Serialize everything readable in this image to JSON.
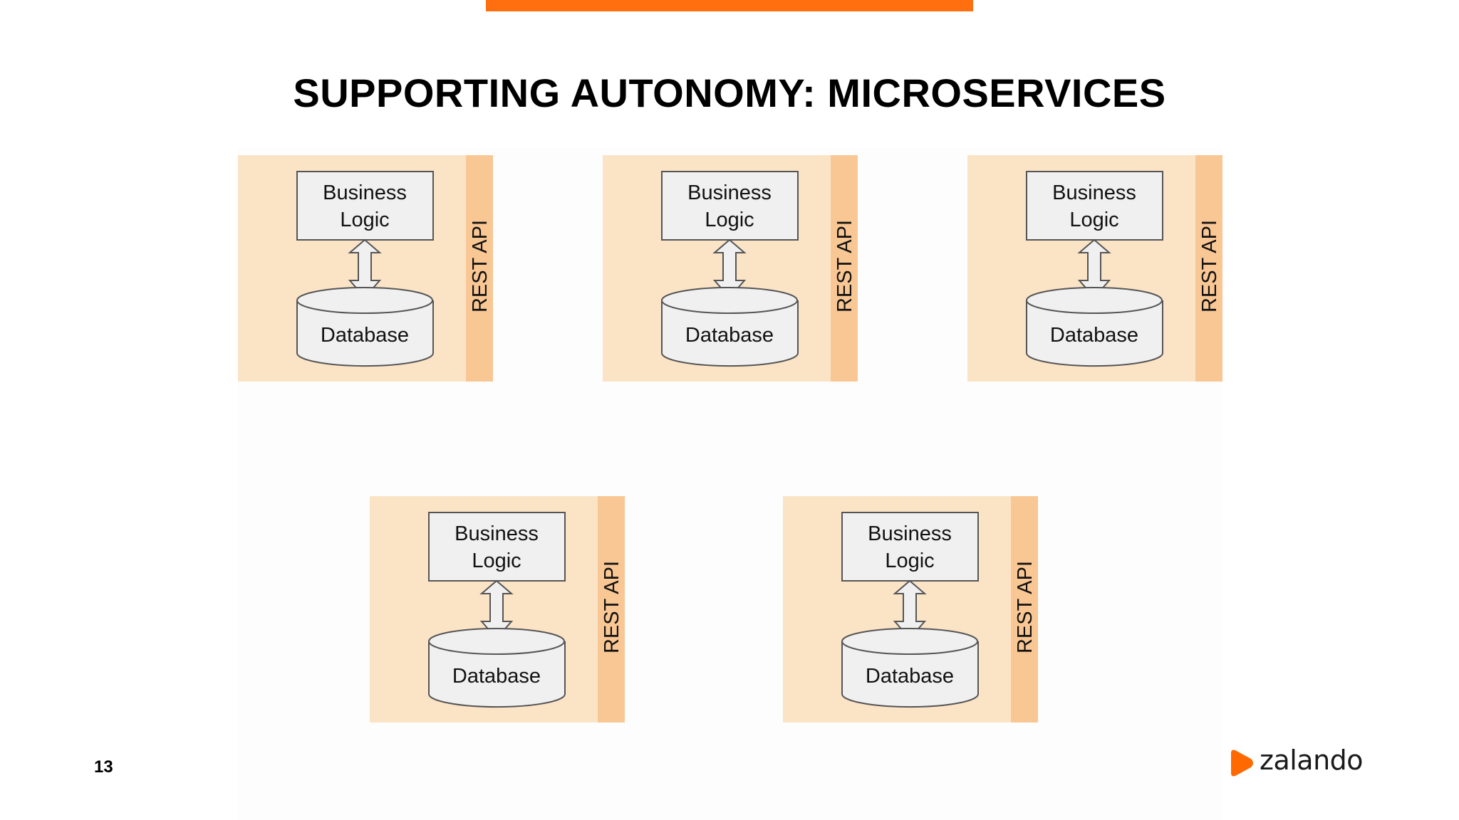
{
  "slide": {
    "title": "SUPPORTING AUTONOMY: MICROSERVICES",
    "page_number": "13",
    "accent_color": "#ff6900"
  },
  "services": [
    {
      "logic_line1": "Business",
      "logic_line2": "Logic",
      "database": "Database",
      "api": "REST API"
    },
    {
      "logic_line1": "Business",
      "logic_line2": "Logic",
      "database": "Database",
      "api": "REST API"
    },
    {
      "logic_line1": "Business",
      "logic_line2": "Logic",
      "database": "Database",
      "api": "REST API"
    },
    {
      "logic_line1": "Business",
      "logic_line2": "Logic",
      "database": "Database",
      "api": "REST API"
    },
    {
      "logic_line1": "Business",
      "logic_line2": "Logic",
      "database": "Database",
      "api": "REST API"
    }
  ],
  "colors": {
    "service_fill": "#fbe4c8",
    "api_fill": "#f9c898",
    "box_fill": "#eff0ef",
    "box_stroke": "#555555"
  },
  "logo": {
    "text": "zalando",
    "icon": "zalando-play-icon"
  }
}
